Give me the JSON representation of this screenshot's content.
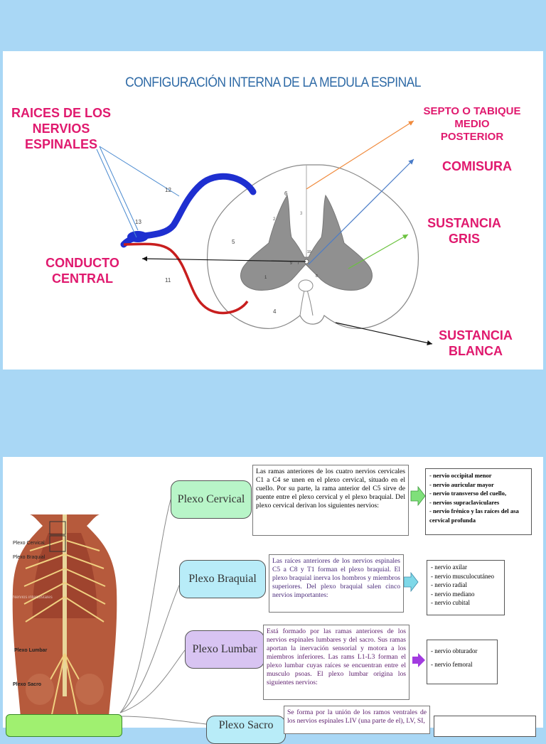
{
  "slide1": {
    "title": "CONFIGURACIÓN INTERNA DE LA MEDULA ESPINAL",
    "labels": {
      "raices": [
        "RAICES DE LOS",
        "NERVIOS",
        "ESPINALES"
      ],
      "conducto": [
        "CONDUCTO",
        "CENTRAL"
      ],
      "septo": [
        "SEPTO O TABIQUE",
        "MEDIO",
        "POSTERIOR"
      ],
      "comisura": "COMISURA",
      "sgris": [
        "SUSTANCIA",
        "GRIS"
      ],
      "sblanca": [
        "SUSTANCIA",
        "BLANCA"
      ]
    },
    "numbers": [
      "12",
      "13",
      "11",
      "6",
      "5",
      "4",
      "3",
      "2",
      "1",
      "7",
      "8",
      "9",
      "10"
    ],
    "colors": {
      "title": "#2e6aa6",
      "labels": "#e0196e",
      "grey_matter": "#909090",
      "posterior_root": "#1e2fd0",
      "anterior_root": "#c81e1e",
      "arrow_orange": "#f08a3c",
      "arrow_blue": "#4a7cc8",
      "arrow_green": "#6ac23e",
      "arrow_black": "#111111"
    }
  },
  "slide2": {
    "body_labels": [
      "Plexo Cervical",
      "Plexo Braquial",
      "Plexo Lumbar",
      "Plexo Sacro",
      "Nervios intercostales"
    ],
    "plexos": [
      {
        "name": "Plexo Cervical",
        "color": "#b8f5c8",
        "text": "Las ramas anteriores de los cuatro nervios cervicales C1 a C4 se unen en el plexo cervical, situado en el cuello. Por su parte, la rama anterior del C5 sirve de puente entre el plexo cervical y el plexo braquial. Del plexo cervical derivan los siguientes nervios:",
        "arrow_color": "#7fe07a",
        "items": [
          "- nervio occipital menor",
          "- nervio auricular mayor",
          "- nervio transverso del cuello,",
          "- nervios supraclaviculares",
          "- nervio frénico y las raíces del asa",
          "cervical profunda"
        ]
      },
      {
        "name": "Plexo Braquial",
        "color": "#b8ecf8",
        "text": "Las raíces anteriores de los nervios espinales C5 a C8 y T1 forman el plexo braquial. El plexo braquial inerva los hombros y miembros superiores. Del plexo braquial salen cinco nervios importantes:",
        "arrow_color": "#7fd8e8",
        "items": [
          "- nervio axilar",
          "- nervio musculocutáneo",
          "- nervio radial",
          "- nervio mediano",
          "- nervio cubital"
        ]
      },
      {
        "name": "Plexo Lumbar",
        "color": "#d8c4f2",
        "text": "Está formado por las ramas anteriores de los nervios espinales lumbares y del sacro. Sus ramas aportan la inervación sensorial y motora a los miembros inferiores. Las rams L1-L3 forman el plexo lumbar cuyas raíces se encuentran entre el musculo psoas. El plexo lumbar origina los siguientes nervios:",
        "arrow_color": "#a23be0",
        "items": [
          "- nervio obturador",
          "- nervio femoral"
        ]
      },
      {
        "name": "Plexo Sacro",
        "color": "#b8ecf8",
        "text": "Se forma por la unión de los ramos ventrales de los nervios espinales LIV (una parte de el), LV, SI,",
        "items": []
      }
    ]
  }
}
